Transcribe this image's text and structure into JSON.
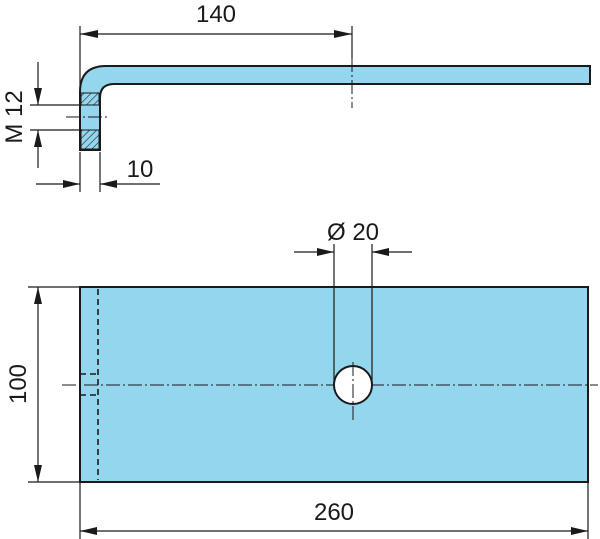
{
  "drawing": {
    "part_color": "#93d6ee",
    "line_color": "#1a1a1a",
    "dimensions": {
      "length_top": "140",
      "thread": "M 12",
      "thickness": "10",
      "hole_diameter": "Ø  20",
      "height": "100",
      "length_total": "260"
    }
  }
}
